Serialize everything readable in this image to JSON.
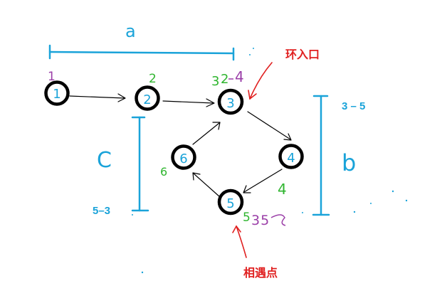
{
  "labels": {
    "a": "a",
    "b": "b",
    "c": "C",
    "b_formula": "3 – 5",
    "c_formula": "5–3",
    "loop_entry": "环入口",
    "meeting_point": "相遇点"
  },
  "nodes": [
    {
      "id": "n1",
      "text": "1"
    },
    {
      "id": "n2",
      "text": "2"
    },
    {
      "id": "n3",
      "text": "3"
    },
    {
      "id": "n4",
      "text": "4"
    },
    {
      "id": "n5",
      "text": "5"
    },
    {
      "id": "n6",
      "text": "6"
    }
  ],
  "annotations": {
    "n1_step": "1",
    "n2_step": "2",
    "n3_steps_green": "3",
    "n3_steps_dash": "2",
    "n3_steps_purple": "4",
    "n4_step": "4",
    "n5_steps_green": "5",
    "n5_steps_rest": "35",
    "n6_step": "6"
  },
  "colors": {
    "blue": "#1aa3d9",
    "green": "#2fb52f",
    "purple": "#9b3fa8",
    "red": "#e02020",
    "black": "#000000"
  }
}
